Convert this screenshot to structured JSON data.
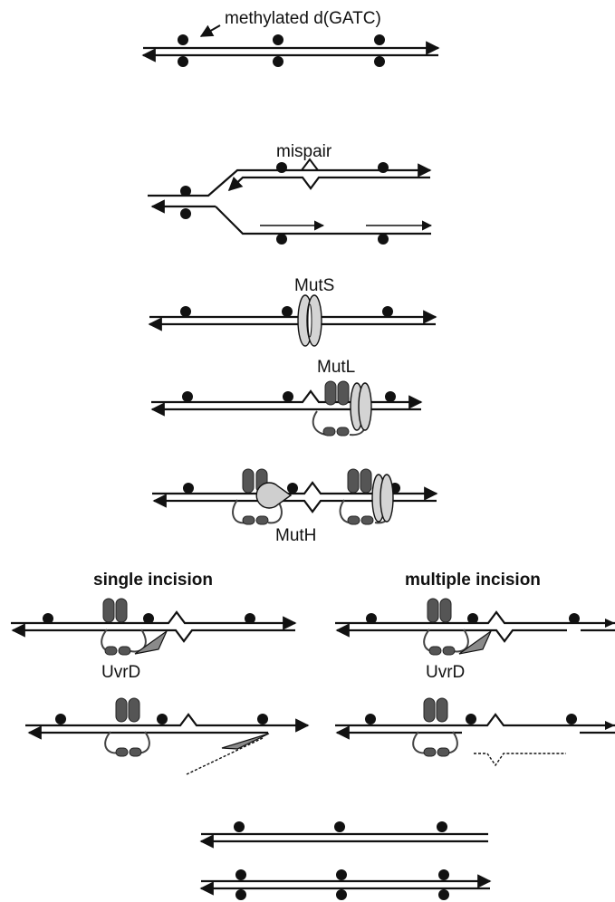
{
  "labels": {
    "methylated": "methylated d(GATC)",
    "mispair": "mispair",
    "muts": "MutS",
    "mutl": "MutL",
    "muth": "MutH",
    "single_incision": "single incision",
    "multiple_incision": "multiple incision",
    "uvrd_left": "UvrD",
    "uvrd_right": "UvrD"
  },
  "colors": {
    "strand": "#111111",
    "mutl": "#555555",
    "muts": "#d4d4d4",
    "muth": "#cfcfcf",
    "uvrd": "#8a8a8a"
  },
  "icons": [
    "methyl-dot-icon",
    "arrow-head-icon",
    "muts-clamp-icon",
    "mutl-dimer-icon",
    "muth-pacman-icon",
    "uvrd-wedge-icon"
  ]
}
